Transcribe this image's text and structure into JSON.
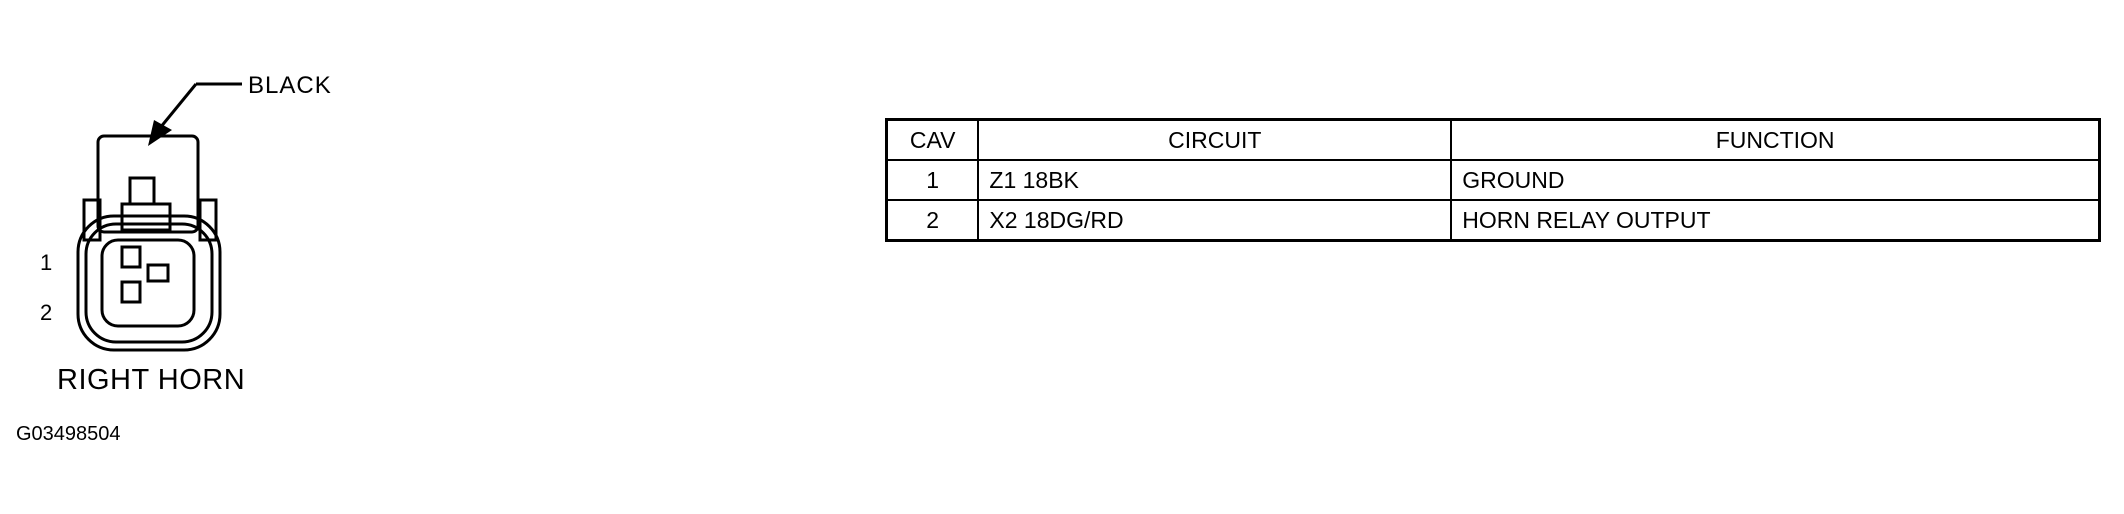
{
  "connector": {
    "color_label": "BLACK",
    "name": "RIGHT HORN",
    "pins": [
      "1",
      "2"
    ]
  },
  "figure_id": "G03498504",
  "table": {
    "headers": [
      "CAV",
      "CIRCUIT",
      "FUNCTION"
    ],
    "rows": [
      {
        "cav": "1",
        "circuit": "Z1 18BK",
        "function": "GROUND"
      },
      {
        "cav": "2",
        "circuit": "X2 18DG/RD",
        "function": "HORN RELAY OUTPUT"
      }
    ]
  }
}
